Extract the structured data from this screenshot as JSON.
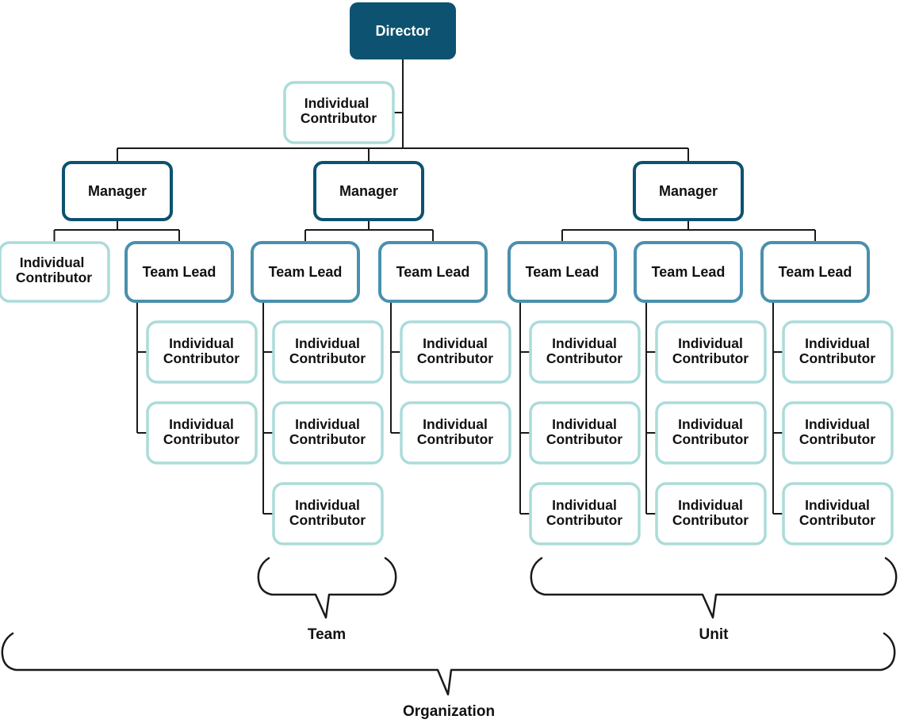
{
  "labels": {
    "director": "Director",
    "manager": "Manager",
    "team_lead": "Team Lead",
    "ic_line1": "Individual",
    "ic_line2": "Contributor",
    "team": "Team",
    "unit": "Unit",
    "organization": "Organization"
  },
  "colors": {
    "director_fill": "#0d5270",
    "director_text": "#ffffff",
    "manager_border": "#0d5270",
    "team_lead_border": "#4a90ae",
    "ic_border": "#abdcd9",
    "node_fill": "#ffffff",
    "line": "#1a1a1a",
    "text": "#111111",
    "bg": "#ffffff"
  },
  "structure": {
    "root": "Director",
    "director_reports": [
      "Individual Contributor",
      "Manager",
      "Manager",
      "Manager"
    ],
    "managers": [
      {
        "children": [
          "Individual Contributor",
          "Team Lead"
        ],
        "team_lead_ic_counts": [
          2
        ]
      },
      {
        "children": [
          "Team Lead",
          "Team Lead"
        ],
        "team_lead_ic_counts": [
          3,
          2
        ]
      },
      {
        "children": [
          "Team Lead",
          "Team Lead",
          "Team Lead"
        ],
        "team_lead_ic_counts": [
          3,
          3,
          3
        ]
      }
    ],
    "annotations": [
      {
        "label": "Team",
        "spans": "one Team Lead column with its Individual Contributors"
      },
      {
        "label": "Unit",
        "spans": "all Team Lead columns under the third Manager"
      },
      {
        "label": "Organization",
        "spans": "entire chart"
      }
    ]
  }
}
